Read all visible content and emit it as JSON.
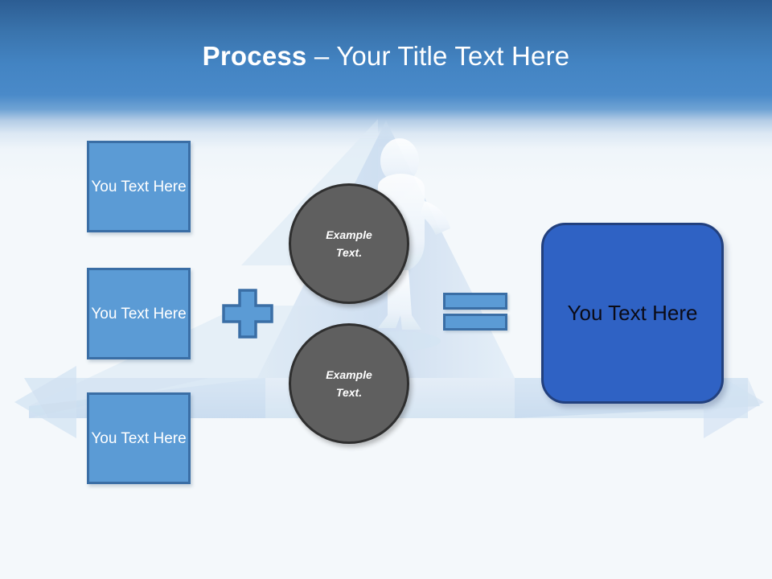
{
  "slide": {
    "title": {
      "bold_part": "Process",
      "separator": " – ",
      "regular_part": "Your Title Text Here"
    },
    "background": {
      "header_gradient_top": "#2c5d93",
      "header_gradient_mid": "#4a8ac9",
      "body_color": "#f4f8fb",
      "watermark_name": "3d-figure-on-arrow-watermark",
      "watermark_arrow_color": "#c8dcef"
    },
    "inputs": [
      {
        "label": "You Text Here",
        "fill": "#5b9bd5",
        "border": "#3a6ea5",
        "text_color": "#ffffff"
      },
      {
        "label": "You Text Here",
        "fill": "#5b9bd5",
        "border": "#3a6ea5",
        "text_color": "#ffffff"
      },
      {
        "label": "You Text Here",
        "fill": "#5b9bd5",
        "border": "#3a6ea5",
        "text_color": "#ffffff"
      }
    ],
    "operators": {
      "plus": {
        "symbol": "+",
        "fill": "#5b9bd5",
        "border": "#3a6ea5"
      },
      "equals": {
        "symbol": "=",
        "fill": "#5b9bd5",
        "border": "#3a6ea5"
      }
    },
    "circles": [
      {
        "line1": "Example",
        "line2": "Text.",
        "fill": "#5f5f5f",
        "border": "#2f2f2f",
        "text_color": "#ffffff"
      },
      {
        "line1": "Example",
        "line2": "Text.",
        "fill": "#5f5f5f",
        "border": "#2f2f2f",
        "text_color": "#ffffff"
      }
    ],
    "result": {
      "label": "You Text Here",
      "fill": "#2f62c4",
      "border": "#22407e",
      "text_color": "#0b0b16"
    }
  }
}
